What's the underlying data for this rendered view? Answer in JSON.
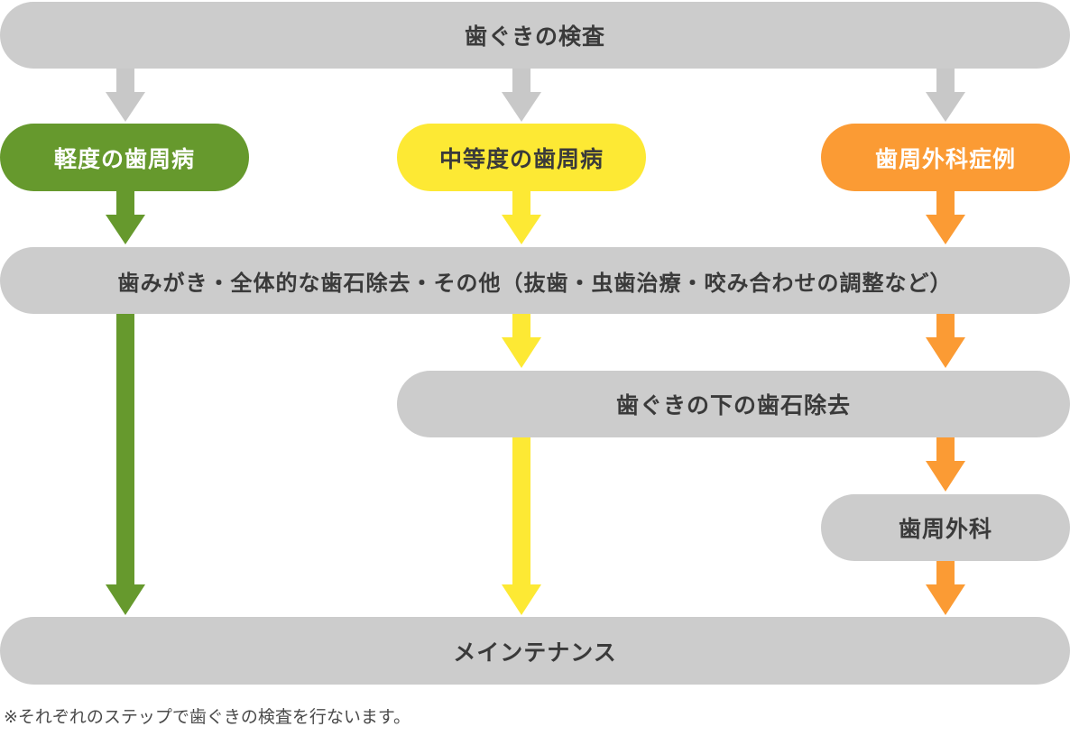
{
  "top": {
    "label": "歯ぐきの検査"
  },
  "categories": [
    {
      "label": "軽度の歯周病",
      "color": "#66992d"
    },
    {
      "label": "中等度の歯周病",
      "color": "#fde934"
    },
    {
      "label": "歯周外科症例",
      "color": "#fb9b34"
    }
  ],
  "steps": {
    "basic": "歯みがき・全体的な歯石除去・その他（抜歯・虫歯治療・咬み合わせの調整など）",
    "subgingival": "歯ぐきの下の歯石除去",
    "surgery": "歯周外科",
    "maintenance": "メインテナンス"
  },
  "note": "※それぞれのステップで歯ぐきの検査を行ないます。",
  "colors": {
    "arrow_gray": "#c8c8c8",
    "box_gray": "#cccccc",
    "green": "#66992d",
    "yellow": "#fde934",
    "orange": "#fb9b34"
  }
}
